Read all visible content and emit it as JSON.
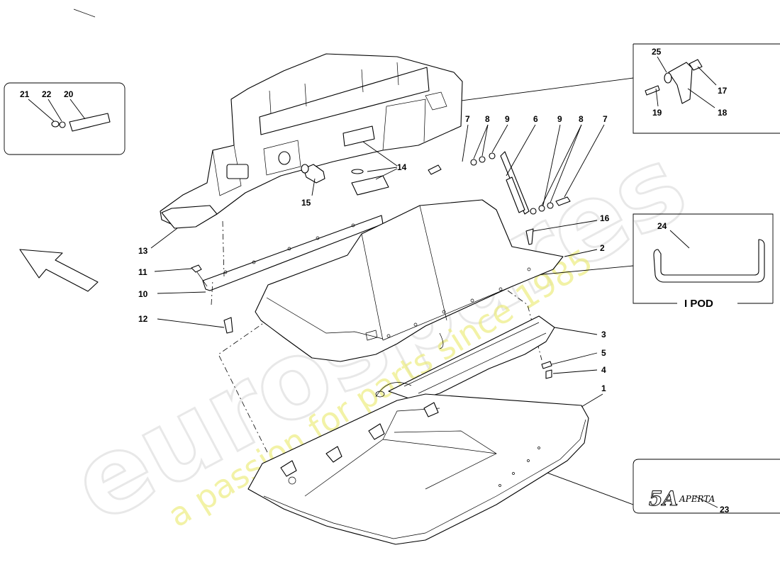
{
  "watermark": {
    "brand": "eurospares",
    "tagline": "a passion for parts since 1985"
  },
  "callouts": {
    "p1": "1",
    "p2": "2",
    "p3": "3",
    "p4": "4",
    "p5": "5",
    "p6": "6",
    "p7a": "7",
    "p7b": "7",
    "p8a": "8",
    "p8b": "8",
    "p9a": "9",
    "p9b": "9",
    "p10": "10",
    "p11": "11",
    "p12": "12",
    "p13": "13",
    "p14": "14",
    "p15": "15",
    "p16": "16",
    "p17": "17",
    "p18": "18",
    "p19": "19",
    "p20": "20",
    "p21": "21",
    "p22": "22",
    "p23": "23",
    "p24": "24",
    "p25": "25"
  },
  "ipod_label": "I POD",
  "badge_text": "5A APERTA"
}
